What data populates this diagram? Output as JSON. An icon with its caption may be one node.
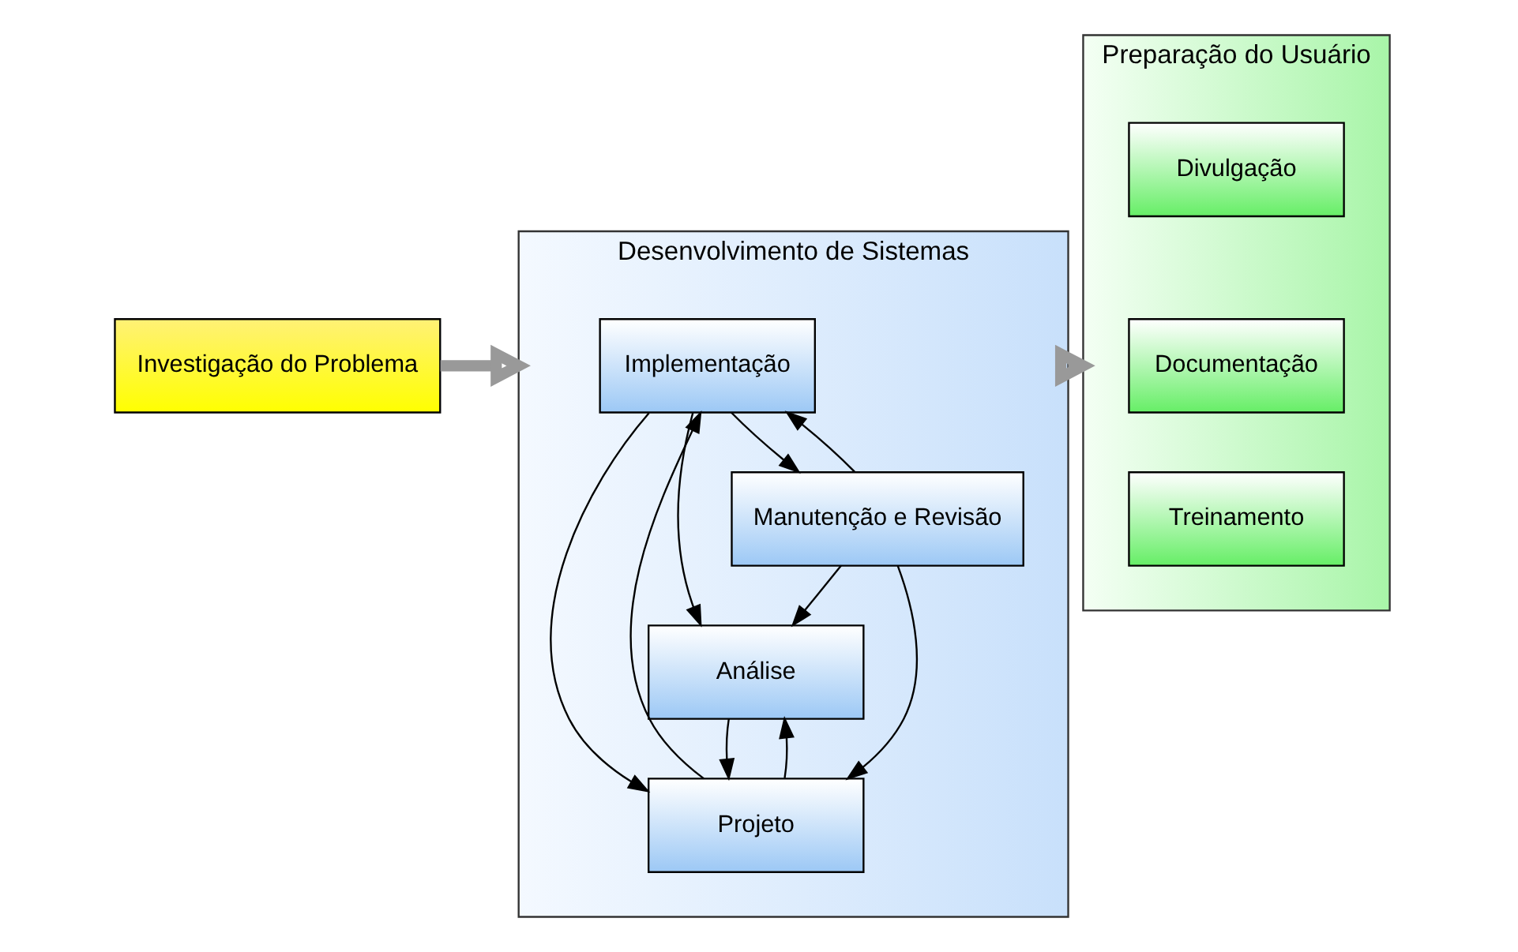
{
  "diagram": {
    "nodes": [
      {
        "text": [
          "Investigação do Problema"
        ]
      },
      {
        "text": [
          "Desenvolvimento de Sistemas"
        ]
      },
      {
        "text": [
          "Análise"
        ],
        "in": 1
      },
      {
        "text": [
          "Projeto"
        ],
        "in": 1
      },
      {
        "text": [
          "Implementação"
        ],
        "in": 1
      },
      {
        "text": [
          "Manutenção e Revisão"
        ],
        "in": 1
      },
      {
        "text": [
          "Preparação do Usuário"
        ]
      },
      {
        "text": [
          "Divulgação"
        ],
        "in": 6
      },
      {
        "text": [
          "Documentação"
        ],
        "in": 6
      },
      {
        "text": [
          "Treinamento"
        ],
        "in": 6
      }
    ],
    "edges": [
      {
        "from": 0,
        "to": 1,
        "arrow": "to",
        "style": "thick",
        "color": "#999999"
      },
      {
        "from": 1,
        "to": 6,
        "arrow": "to",
        "style": "thick",
        "color": "#999999"
      },
      {
        "from": 2,
        "to": 3,
        "arrow": "to"
      },
      {
        "from": 3,
        "to": 4,
        "arrow": "to"
      },
      {
        "from": 4,
        "to": 5,
        "arrow": "to"
      },
      {
        "from": 3,
        "to": 2,
        "arrow": "to"
      },
      {
        "from": 4,
        "to": 2,
        "arrow": "to"
      },
      {
        "from": 4,
        "to": 3,
        "arrow": "to"
      },
      {
        "from": 5,
        "to": 2,
        "arrow": "to"
      },
      {
        "from": 5,
        "to": 3,
        "arrow": "to"
      },
      {
        "from": 5,
        "to": 4,
        "arrow": "to"
      }
    ]
  }
}
